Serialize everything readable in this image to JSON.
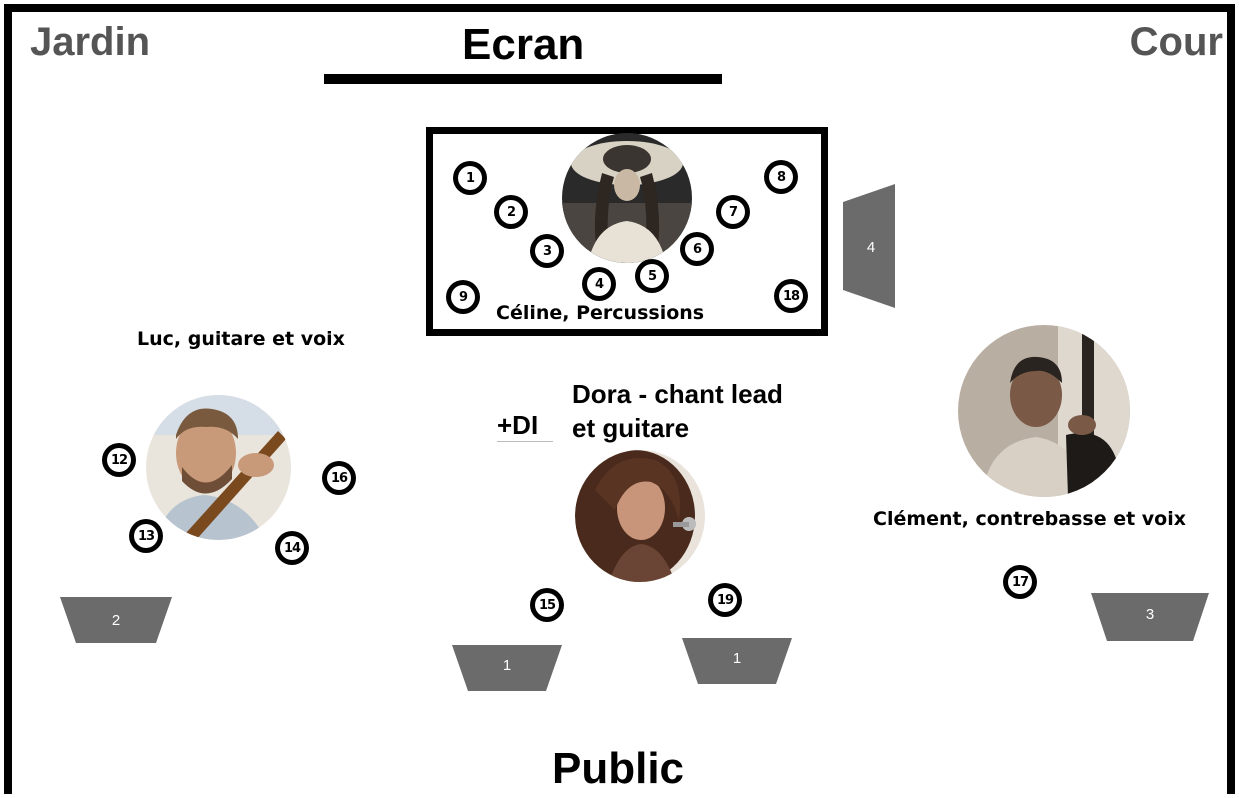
{
  "stage": {
    "left_label": "Jardin",
    "right_label": "Cour",
    "screen_label": "Ecran",
    "audience_label": "Public"
  },
  "musicians": {
    "celine": "Céline, Percussions",
    "luc": "Luc, guitare et voix",
    "clement": "Clément, contrebasse et voix",
    "dora_line1": "Dora - chant lead",
    "dora_line2": "et guitare",
    "dora_extra": "+DI"
  },
  "mics": {
    "m1": "1",
    "m2": "2",
    "m3": "3",
    "m4": "4",
    "m5": "5",
    "m6": "6",
    "m7": "7",
    "m8": "8",
    "m9": "9",
    "m12": "12",
    "m13": "13",
    "m14": "14",
    "m15": "15",
    "m16": "16",
    "m17": "17",
    "m18": "18",
    "m19": "19"
  },
  "monitors": {
    "w1a": "1",
    "w1b": "1",
    "w2": "2",
    "w3": "3",
    "w4": "4"
  },
  "colors": {
    "monitor_fill": "#6b6b6b",
    "frame": "#000000",
    "corner_text": "#555555"
  }
}
